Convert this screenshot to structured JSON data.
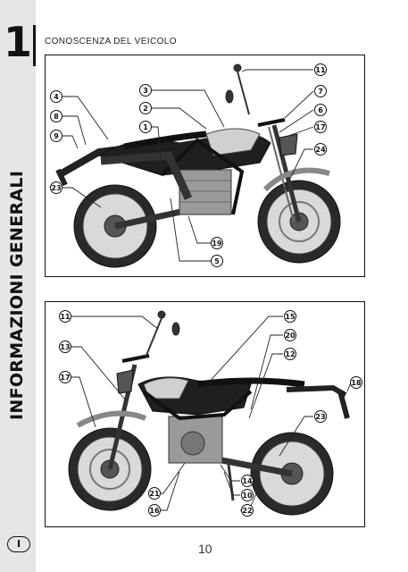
{
  "header": {
    "chapter_number": "1",
    "section_title": "CONOSCENZA DEL VEICOLO"
  },
  "sidebar": {
    "vertical_title": "INFORMAZIONI GENERALI",
    "language_badge": "I"
  },
  "footer": {
    "page_number": "10"
  },
  "figures": {
    "right_side_view": {
      "callouts": [
        "11",
        "4",
        "3",
        "7",
        "8",
        "2",
        "6",
        "9",
        "1",
        "17",
        "24",
        "23",
        "19",
        "5"
      ]
    },
    "left_side_view": {
      "callouts": [
        "11",
        "15",
        "20",
        "13",
        "12",
        "17",
        "18",
        "23",
        "14",
        "21",
        "10",
        "16",
        "22"
      ]
    }
  },
  "colors": {
    "sidebar_band": "#e6e6e6",
    "ink": "#111111"
  }
}
